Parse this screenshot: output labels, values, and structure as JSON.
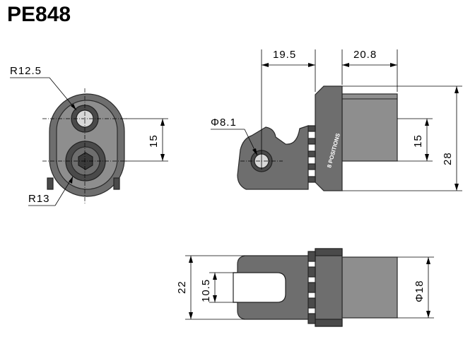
{
  "title": "PE848",
  "front_view": {
    "radius_top_label": "R12.5",
    "radius_bottom_label": "R13",
    "height_label": "15"
  },
  "side_view": {
    "diameter_label": "Φ8.1",
    "width_left_label": "19.5",
    "width_right_label": "20.8",
    "height_inner_label": "15",
    "height_outer_label": "28",
    "engraving": "8 POSITIONS"
  },
  "top_view": {
    "outer_label": "22",
    "slot_label": "10.5",
    "diameter_label": "Φ18"
  }
}
